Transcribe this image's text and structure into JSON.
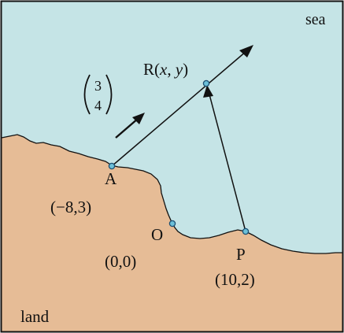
{
  "labels": {
    "sea": "sea",
    "land": "land",
    "vector_top": "3",
    "vector_bottom": "4",
    "R_name": "R(",
    "R_x": "x",
    "R_comma": ", ",
    "R_y": "y",
    "R_close": ")",
    "A_name": "A",
    "A_coords": "(−8,3)",
    "O_name": "O",
    "O_coords": "(0,0)",
    "P_name": "P",
    "P_coords": "(10,2)"
  },
  "colors": {
    "sea": "#c5e4e6",
    "land": "#e6bc96",
    "ink": "#111111",
    "point_fill": "#6cc0d8",
    "point_stroke": "#1b4f73"
  }
}
